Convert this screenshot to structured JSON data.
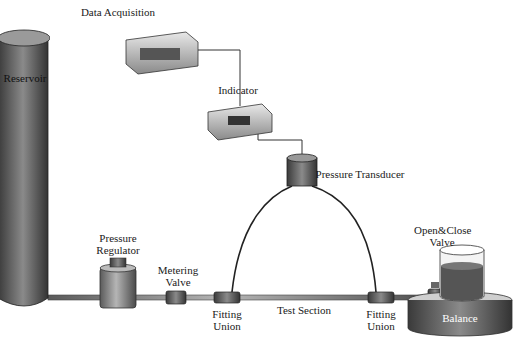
{
  "diagram": {
    "nodes": [
      {
        "text": [
          "Reservoir"
        ]
      }
    ],
    "labels": [
      "Data Acquisition",
      "Indicator",
      "Pressure Transducer",
      "Pressure Regulator",
      "Metering Valve",
      "Fitting Union",
      "Test Section",
      "Fitting Union",
      "Open&Close Valve",
      "Balance"
    ]
  }
}
